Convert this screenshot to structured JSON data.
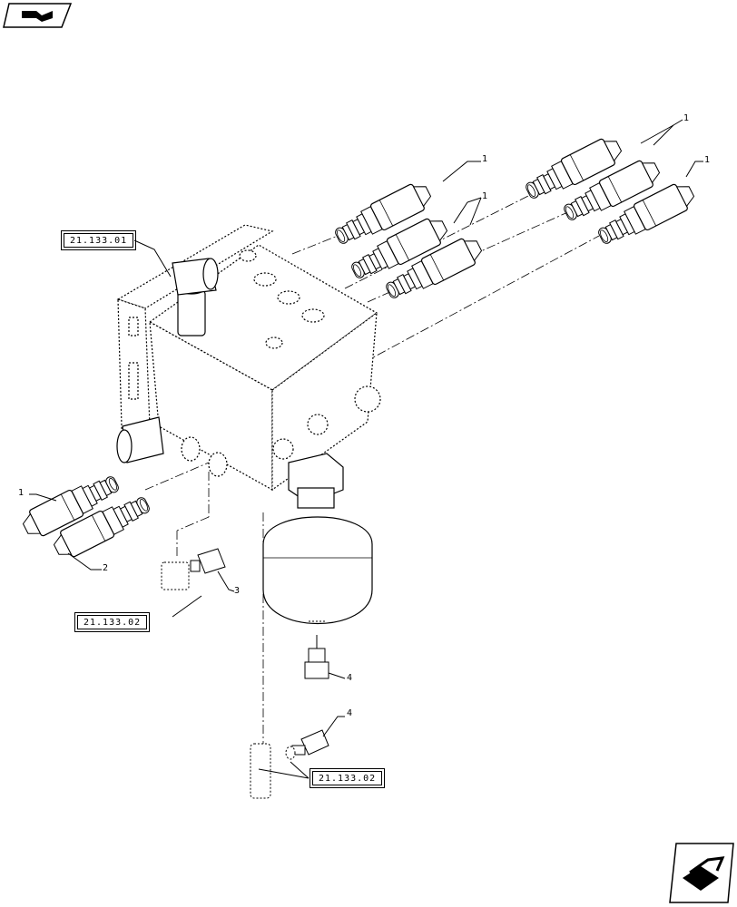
{
  "top_nav_icon": "book-arrow-icon",
  "bottom_nav_icon": "box-arrow-icon",
  "references": {
    "ref_top": "21.133.01",
    "ref_mid": "21.133.02",
    "ref_bottom": "21.133.02"
  },
  "callouts": {
    "c1_a": "1",
    "c1_b": "1",
    "c1_c": "1",
    "c1_d": "1",
    "c1_e": "1",
    "c2": "2",
    "c3": "3",
    "c4_a": "4",
    "c4_b": "4"
  }
}
